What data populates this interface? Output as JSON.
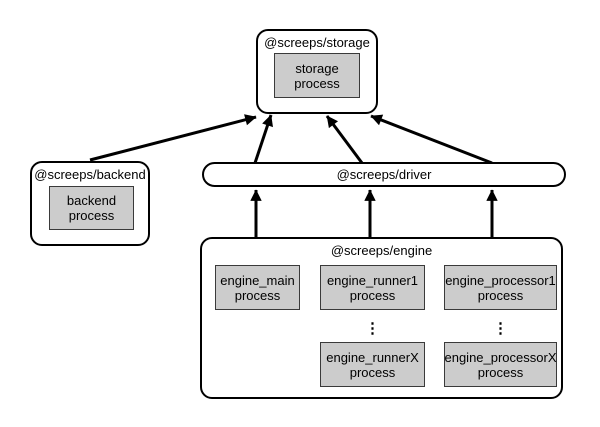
{
  "diagram": {
    "storage": {
      "title": "@screeps/storage",
      "process_label": "storage\nprocess"
    },
    "backend": {
      "title": "@screeps/backend",
      "process_label": "backend\nprocess"
    },
    "driver": {
      "title": "@screeps/driver"
    },
    "engine": {
      "title": "@screeps/engine",
      "processes": {
        "main": "engine_main\nprocess",
        "runner1": "engine_runner1\nprocess",
        "processor1": "engine_processor1\nprocess",
        "runnerX": "engine_runnerX\nprocess",
        "processorX": "engine_processorX\nprocess"
      },
      "ellipsis": "⋮"
    },
    "colors": {
      "background": "#ffffff",
      "node_fill": "#ffffff",
      "process_fill": "#cccccc",
      "border": "#000000",
      "arrow": "#000000"
    }
  }
}
